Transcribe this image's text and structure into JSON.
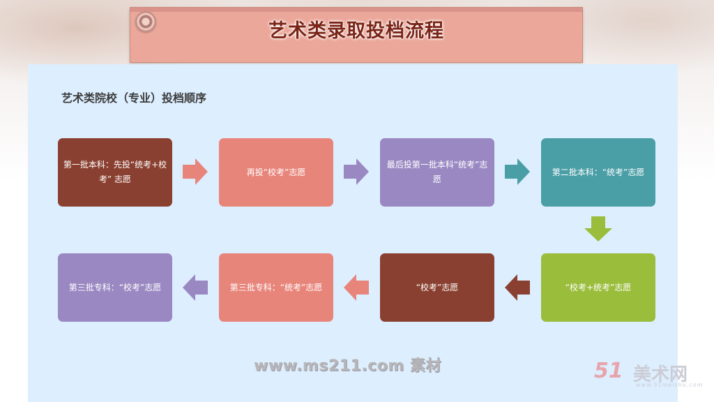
{
  "header": {
    "title": "艺术类录取投档流程"
  },
  "subtitle": "艺术类院校（专业）投档顺序",
  "steps": [
    {
      "label": "第一批本科：先投“统考+校考” 志愿",
      "color": "#8a4030"
    },
    {
      "label": "再投“校考”志愿",
      "color": "#e8857b"
    },
    {
      "label": "最后投第一批本科“统考”志愿",
      "color": "#9a88c2"
    },
    {
      "label": "第二批本科：“统考”志愿",
      "color": "#4a9ea6"
    },
    {
      "label": "“校考+统考”志愿",
      "color": "#9abd3c"
    },
    {
      "label": "“校考”志愿",
      "color": "#8a4030"
    },
    {
      "label": "第三批专科：“统考”志愿",
      "color": "#e8857b"
    },
    {
      "label": "第三批专科：“校考”志愿",
      "color": "#9a88c2"
    }
  ],
  "watermark": "www.ms211.com 素材",
  "logo": {
    "mark": "51",
    "name": "美术网",
    "sub": "www.51meishu.com"
  }
}
